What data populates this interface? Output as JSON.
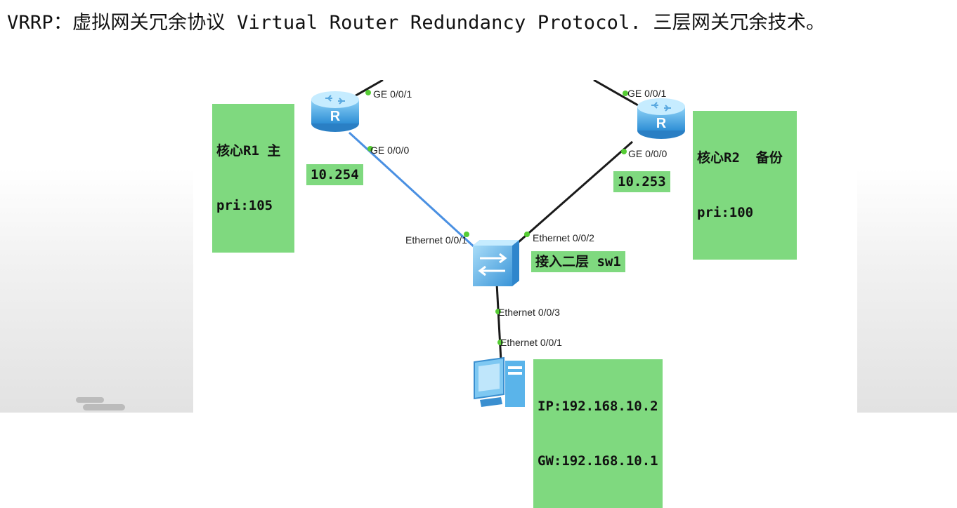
{
  "title": "VRRP：虚拟网关冗余协议 Virtual Router Redundancy Protocol. 三层网关冗余技术。",
  "devices": {
    "r1": {
      "label_line1": "核心R1 主",
      "label_line2": "pri:105",
      "icon": "router-icon"
    },
    "r2": {
      "label_line1": "核心R2  备份",
      "label_line2": "pri:100",
      "icon": "router-icon"
    },
    "sw1": {
      "label": "接入二层 sw1",
      "icon": "switch-icon"
    },
    "pc": {
      "ip": "IP:192.168.10.2",
      "gw": "GW:192.168.10.1",
      "icon": "pc-icon"
    }
  },
  "address_labels": {
    "r1_addr": "10.254",
    "r2_addr": "10.253"
  },
  "ports": {
    "r1_up": "GE 0/0/1",
    "r1_down": "GE 0/0/0",
    "r2_up": "GE 0/0/1",
    "r2_down": "GE 0/0/0",
    "sw_left": "Ethernet 0/0/1",
    "sw_right": "Ethernet 0/0/2",
    "sw_down": "Ethernet 0/0/3",
    "pc_up": "Ethernet 0/0/1"
  },
  "colors": {
    "label_bg": "#7fd97f",
    "active_link": "#4a90e2",
    "link": "#1a1a1a",
    "port_dot": "#55cc33",
    "device_blue": "#5ab4ea"
  }
}
